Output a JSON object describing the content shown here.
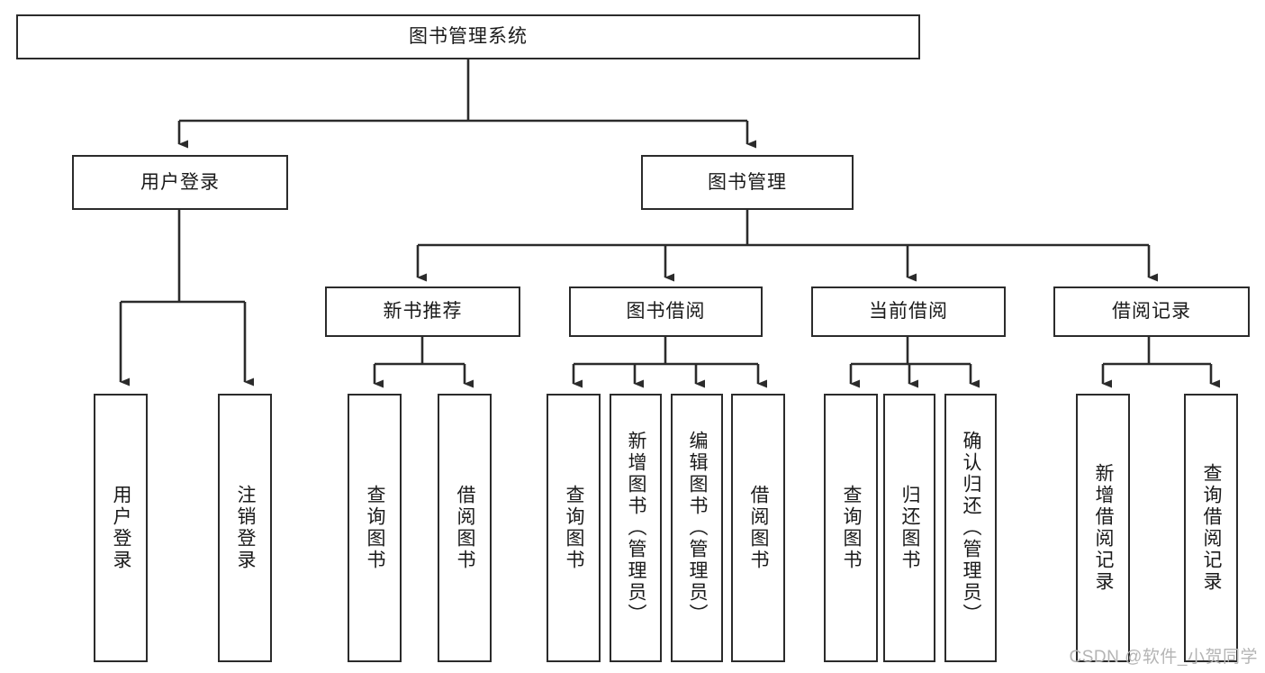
{
  "diagram": {
    "title": "图书管理系统",
    "type": "tree-hierarchy",
    "root": {
      "id": "root",
      "label": "图书管理系统"
    },
    "level2": [
      {
        "id": "user-login",
        "label": "用户登录"
      },
      {
        "id": "book-manage",
        "label": "图书管理"
      }
    ],
    "level3": [
      {
        "id": "new-book-recommend",
        "label": "新书推荐",
        "parent": "book-manage"
      },
      {
        "id": "book-borrow",
        "label": "图书借阅",
        "parent": "book-manage"
      },
      {
        "id": "current-borrow",
        "label": "当前借阅",
        "parent": "book-manage"
      },
      {
        "id": "borrow-record",
        "label": "借阅记录",
        "parent": "book-manage"
      }
    ],
    "leaves": {
      "user_login": [
        {
          "id": "leaf-user-login",
          "label": "用户登录"
        },
        {
          "id": "leaf-user-logout",
          "label": "注销登录"
        }
      ],
      "new_book_recommend": [
        {
          "id": "leaf-query-book-1",
          "label": "查询图书"
        },
        {
          "id": "leaf-borrow-book-1",
          "label": "借阅图书"
        }
      ],
      "book_borrow": [
        {
          "id": "leaf-query-book-2",
          "label": "查询图书"
        },
        {
          "id": "leaf-add-book",
          "label": "新增图书（管理员）"
        },
        {
          "id": "leaf-edit-book",
          "label": "编辑图书（管理员）"
        },
        {
          "id": "leaf-borrow-book-2",
          "label": "借阅图书"
        }
      ],
      "current_borrow": [
        {
          "id": "leaf-query-book-3",
          "label": "查询图书"
        },
        {
          "id": "leaf-return-book",
          "label": "归还图书"
        },
        {
          "id": "leaf-confirm-return",
          "label": "确认归还（管理员）"
        }
      ],
      "borrow_record": [
        {
          "id": "leaf-add-record",
          "label": "新增借阅记录"
        },
        {
          "id": "leaf-query-record",
          "label": "查询借阅记录"
        }
      ]
    }
  },
  "watermark": {
    "text": "CSDN @软件_小贺同学"
  },
  "colors": {
    "stroke": "#2b2b2b",
    "background": "#ffffff",
    "text": "#1a1a1a",
    "watermark": "#b4b4b4"
  }
}
